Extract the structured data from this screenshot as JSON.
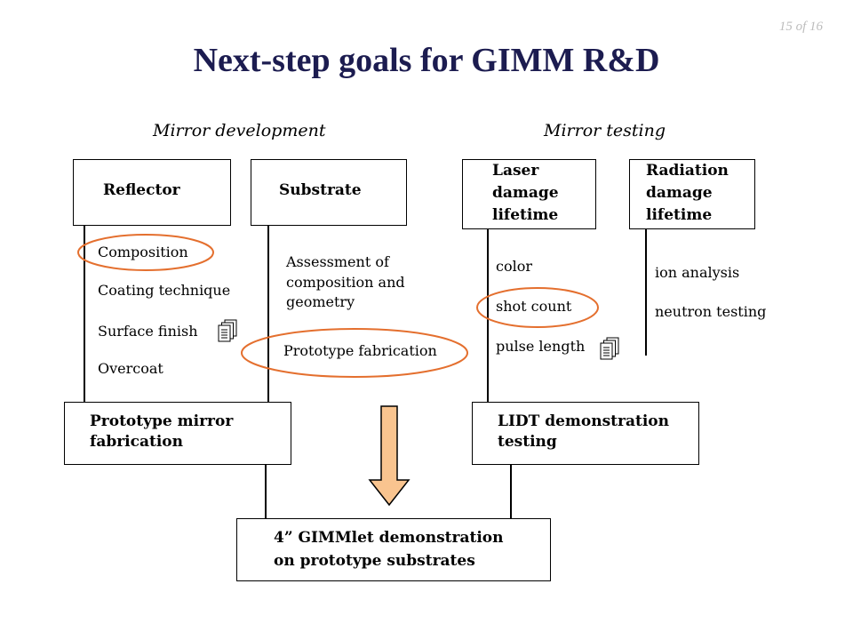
{
  "page_number": "15 of 16",
  "title": "Next-step goals for GIMM R&D",
  "sections": {
    "left": "Mirror development",
    "right": "Mirror testing"
  },
  "boxes": {
    "reflector": "Reflector",
    "substrate": "Substrate",
    "laser": [
      "Laser",
      "damage",
      "lifetime"
    ],
    "radiation": [
      "Radiation",
      "damage",
      "lifetime"
    ],
    "prototype_mirror": [
      "Prototype mirror",
      "fabrication"
    ],
    "lidt": [
      "LIDT demonstration",
      "testing"
    ],
    "gimmlet": [
      "4” GIMMlet demonstration",
      "on prototype substrates"
    ]
  },
  "reflector_items": [
    "Composition",
    "Coating technique",
    "Surface finish",
    "Overcoat"
  ],
  "substrate_items": [
    "Assessment of",
    "composition and",
    "geometry"
  ],
  "substrate_prototype": "Prototype fabrication",
  "laser_items": [
    "color",
    "shot count",
    "pulse length"
  ],
  "radiation_items": [
    "ion analysis",
    "neutron testing"
  ],
  "colors": {
    "title": "#1c1c50",
    "highlight": "#e46f2e",
    "arrow_fill": "#f9c48f",
    "page_number": "#bdbdbd"
  },
  "icons": [
    "document-stack-icon",
    "down-arrow-icon"
  ]
}
